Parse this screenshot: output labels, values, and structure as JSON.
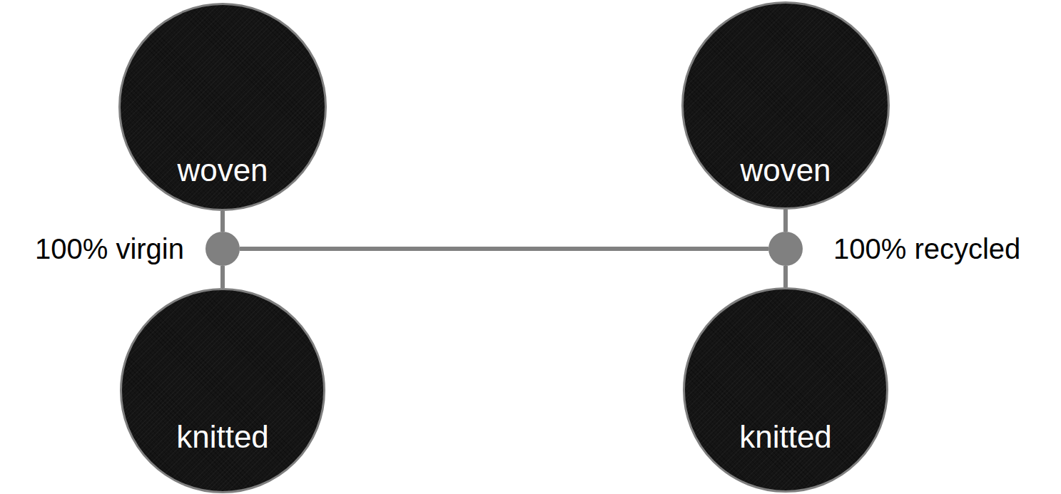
{
  "diagram": {
    "nodes": [
      {
        "text": [
          "woven"
        ]
      },
      {
        "text": [
          "woven"
        ]
      },
      {
        "text": [
          "100% virgin"
        ]
      },
      {
        "text": [
          "100% recycled"
        ]
      },
      {
        "text": [
          "knitted"
        ]
      },
      {
        "text": [
          "knitted"
        ]
      }
    ],
    "edges": [
      {
        "from": 2,
        "to": 3,
        "arrow": "none"
      },
      {
        "from": 2,
        "to": 0,
        "arrow": "none"
      },
      {
        "from": 2,
        "to": 4,
        "arrow": "none"
      },
      {
        "from": 3,
        "to": 1,
        "arrow": "none"
      },
      {
        "from": 3,
        "to": 5,
        "arrow": "none"
      }
    ]
  }
}
